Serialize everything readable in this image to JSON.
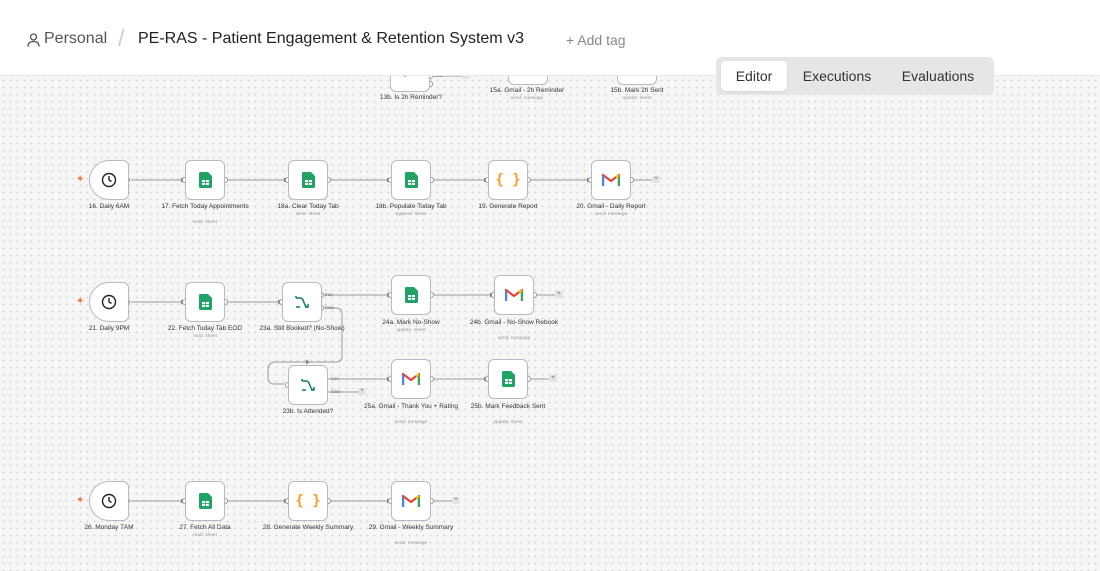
{
  "header": {
    "workspace": "Personal",
    "workflow_title": "PE-RAS - Patient Engagement & Retention System v3",
    "add_tag": "+ Add tag"
  },
  "tabs": [
    {
      "label": "Editor",
      "active": true
    },
    {
      "label": "Executions",
      "active": false
    },
    {
      "label": "Evaluations",
      "active": false
    }
  ],
  "partial_row": {
    "n13b": {
      "label": "13b. Is 2h Reminder?",
      "false_flag": "false"
    },
    "n15a": {
      "label": "15a. Gmail - 2h Reminder",
      "sub": "send: message"
    },
    "n15b": {
      "label": "15b. Mark 2h Sent",
      "sub": "update: sheet"
    }
  },
  "row1": {
    "n16": {
      "label": "16. Daily 6AM",
      "icon": "clock-icon"
    },
    "n17": {
      "label": "17. Fetch Today Appointments",
      "sub": "read: sheet",
      "icon": "google-sheets-icon"
    },
    "n18a": {
      "label": "18a. Clear Today Tab",
      "sub": "clear: sheet",
      "icon": "google-sheets-icon"
    },
    "n18b": {
      "label": "18b. Populate Today Tab",
      "sub": "append: sheet",
      "icon": "google-sheets-icon"
    },
    "n19": {
      "label": "19. Generate Report",
      "icon": "code-icon"
    },
    "n20": {
      "label": "20. Gmail - Daily Report",
      "sub": "send: message",
      "icon": "gmail-icon"
    }
  },
  "row2": {
    "n21": {
      "label": "21. Daily 9PM",
      "icon": "clock-icon"
    },
    "n22": {
      "label": "22. Fetch Today Tab EOD",
      "sub": "read: sheet",
      "icon": "google-sheets-icon"
    },
    "n23a": {
      "label": "23a. Still Booked? (No-Show)",
      "icon": "if-icon",
      "true_flag": "true",
      "false_flag": "false"
    },
    "n24a": {
      "label": "24a. Mark No-Show",
      "sub": "update: sheet",
      "icon": "google-sheets-icon"
    },
    "n24b": {
      "label": "24b. Gmail - No-Show Rebook",
      "sub": "send: message",
      "icon": "gmail-icon"
    },
    "n23b": {
      "label": "23b. Is Attended?",
      "icon": "if-icon",
      "true_flag": "true",
      "false_flag": "false"
    },
    "n25a": {
      "label": "25a. Gmail - Thank You + Rating",
      "sub": "send: message",
      "icon": "gmail-icon"
    },
    "n25b": {
      "label": "25b. Mark Feedback Sent",
      "sub": "update: sheet",
      "icon": "google-sheets-icon"
    }
  },
  "row3": {
    "n26": {
      "label": "26. Monday 7AM",
      "icon": "clock-icon"
    },
    "n27": {
      "label": "27. Fetch All Data",
      "sub": "read: sheet",
      "icon": "google-sheets-icon"
    },
    "n28": {
      "label": "28. Generate Weekly Summary",
      "icon": "code-icon"
    },
    "n29": {
      "label": "29. Gmail - Weekly Summary",
      "sub": "send: message",
      "icon": "gmail-icon"
    }
  },
  "colors": {
    "trigger_bolt": "#ff6d3a",
    "sheets_green": "#21a366",
    "code_orange": "#ff9a1f",
    "wire": "#9a9a9a",
    "active_tab_bg": "#ffffff"
  }
}
